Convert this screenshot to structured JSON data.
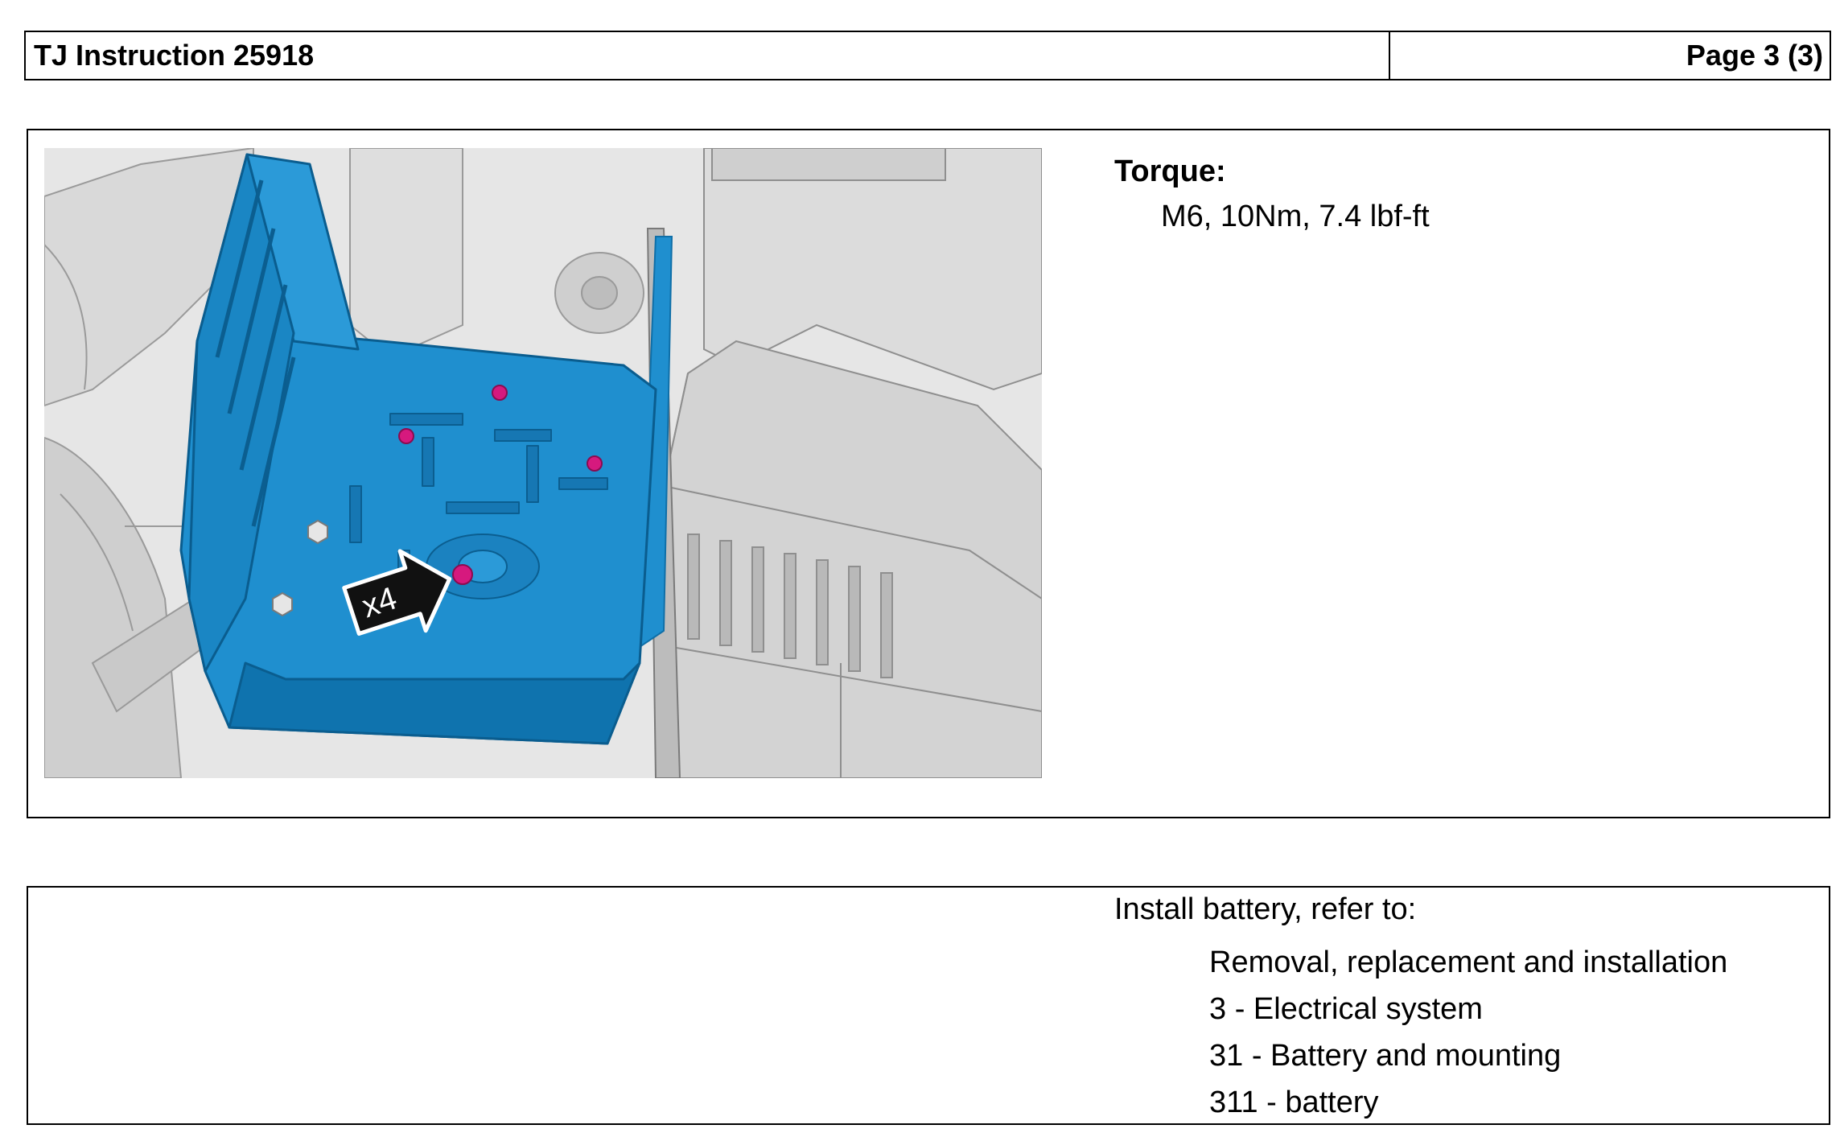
{
  "header": {
    "title": "TJ Instruction 25918",
    "page": "Page 3 (3)"
  },
  "step1": {
    "illustration": {
      "callout_label": "x4",
      "colors": {
        "tray": "#1f8fcf",
        "tray_dark": "#0f6fa8",
        "bolt": "#d6197e",
        "background": "#e9e9e9"
      }
    },
    "torque_label": "Torque:",
    "torque_value": "M6,  10Nm, 7.4 lbf-ft"
  },
  "step2": {
    "intro": "Install battery, refer to:",
    "references": [
      "Removal, replacement and installation",
      "3 - Electrical system",
      "31 - Battery and mounting",
      "311 - battery"
    ]
  }
}
